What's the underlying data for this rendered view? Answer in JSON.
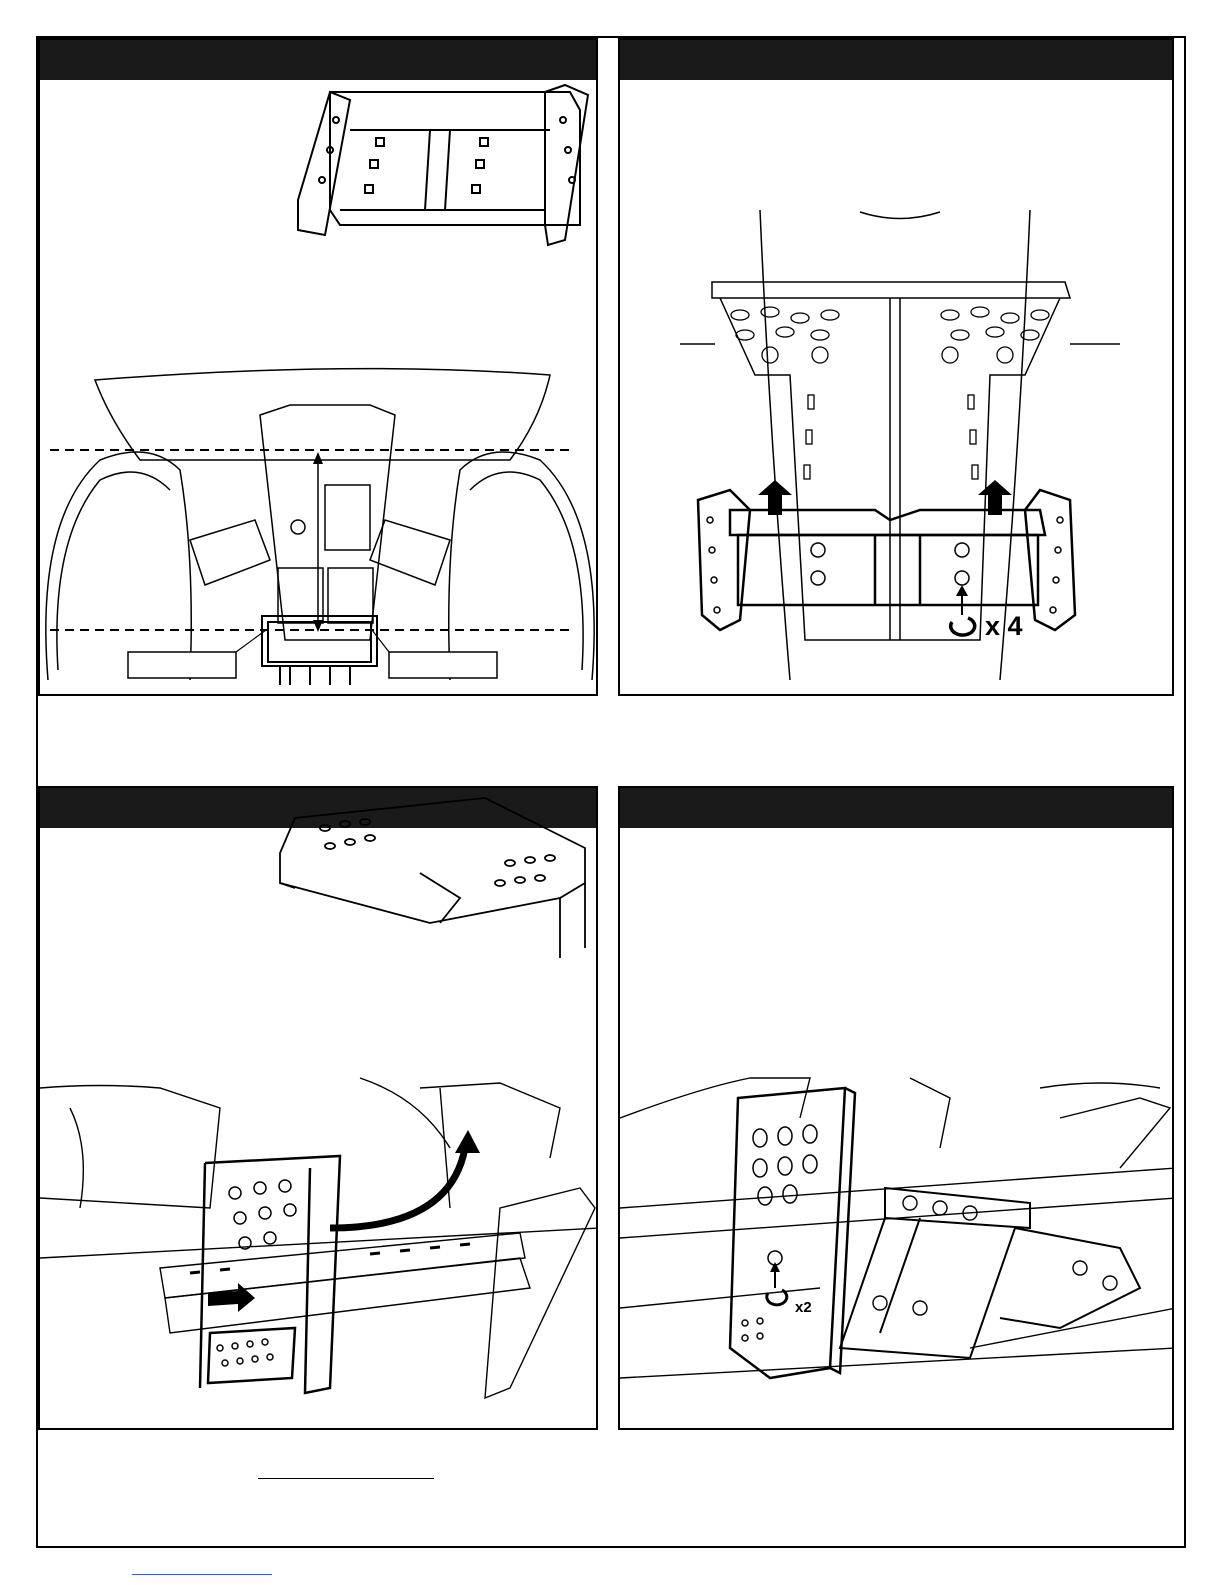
{
  "panels": [
    {
      "id": "step-a",
      "header": ""
    },
    {
      "id": "step-b",
      "header": "",
      "callout": "x 4"
    },
    {
      "id": "step-c",
      "header": ""
    },
    {
      "id": "step-d",
      "header": "",
      "callout": "x2"
    }
  ],
  "colors": {
    "header_bar": "#1a1a1a",
    "line": "#000000",
    "link": "#3b5bd6"
  },
  "icons": [
    "crossmember-icon",
    "skid-plate-icon",
    "rotate-nut-icon",
    "up-arrow-icon",
    "right-arrow-icon",
    "curved-arrow-icon"
  ]
}
